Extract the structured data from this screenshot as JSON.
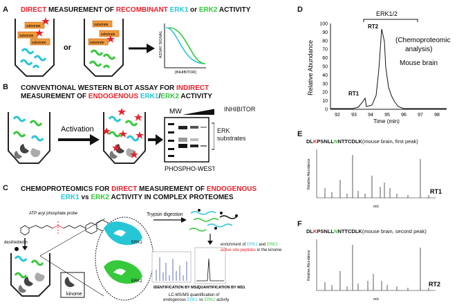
{
  "panels": {
    "A": {
      "label": "A",
      "title": {
        "p1": "DIRECT",
        "p2": " MEASUREMENT OF ",
        "p3": "RECOMBINANT",
        "p4": " ERK1",
        "p5": " or ",
        "p6": "ERK2",
        "p7": " ACTIVITY"
      },
      "substrate": "substrate",
      "or_text": "or",
      "y_axis": "ASSAY SIGNAL",
      "x_axis": "[INHIBITOR]"
    },
    "B": {
      "label": "B",
      "title_line1": "CONVENTIONAL WESTERN BLOT ASSAY FOR ",
      "title_line1_red": "INDIRECT",
      "title_line2_a": "MEASUREMENT OF ",
      "title_line2_red": "ENDOGENOUS",
      "title_line2_cyan": " ERK1",
      "title_line2_sep": "/",
      "title_line2_green": "ERK2",
      "title_line2_end": " ACTIVITY",
      "activation": "Activation",
      "mw": "MW",
      "inhibitor": "INHIBITOR",
      "erk_substrates_1": "ERK",
      "erk_substrates_2": "substrates",
      "blot_caption": "PHOSPHO-WESTERN BLOT"
    },
    "C": {
      "label": "C",
      "title_line1_a": "CHEMOPROTEOMICS FOR ",
      "title_line1_red1": "DIRECT",
      "title_line1_b": " MEASUREMENT OF ",
      "title_line1_red2": "ENDOGENOUS",
      "title_line2_cyan": "ERK1",
      "title_line2_vs": " vs ",
      "title_line2_green": "ERK2",
      "title_line2_end": " ACTIVITY IN COMPLEX PROTEOMES",
      "probe": "ATP acyl phosphate probe",
      "desthiobiotin": "desthiobiotin",
      "trypsin": "Trypsin digestion",
      "erk1": "ERK1",
      "erk2": "ERK2",
      "kinome": "kinome",
      "enrichment_1": "enrichment of ",
      "enrichment_erk1": "ERK1",
      "enrichment_and": " and ",
      "enrichment_erk2": "ERK2",
      "enrichment_2": "active site peptides",
      "enrichment_3": " in the kinome",
      "id_ms2": "IDENTIFICATION BY MS2",
      "quant_ms1": "QUANTIFICATION BY MS1",
      "lcms_1": "LC-MS/MS quantification of",
      "lcms_2a": "endogenous ",
      "lcms_erk1": "ERK1",
      "lcms_vs": " vs ",
      "lcms_erk2": "ERK2",
      "lcms_2b": " activity"
    },
    "D": {
      "label": "D",
      "erk_label": "ERK1/2",
      "annotation_1": "(Chemoproteomic",
      "annotation_2": "analysis)",
      "annotation_3": "Mouse brain",
      "peak1": "RT1",
      "peak2": "RT2",
      "ylabel": "Relative Abundance",
      "xlabel": "Time (min)",
      "xticks": [
        "92",
        "93",
        "94",
        "95",
        "96",
        "97",
        "98"
      ],
      "yticks": [
        "0",
        "10",
        "20",
        "30",
        "40",
        "50",
        "60",
        "70",
        "80",
        "90",
        "100"
      ]
    },
    "E": {
      "label": "E",
      "pep_a": "DL",
      "pep_k": "K",
      "pep_b": "PSNLL",
      "pep_n": "N",
      "pep_c": "NTTCDLK",
      "desc": "(mouse brain, first peak)",
      "tag": "RT1",
      "ylabel": "Relative Abundance",
      "xlabel": "m/z"
    },
    "F": {
      "label": "F",
      "pep_a": "DL",
      "pep_k": "K",
      "pep_b": "PSNLL",
      "pep_n": "N",
      "pep_c": "NTTCDLK",
      "desc": "(mouse brain, second peak)",
      "tag": "RT2",
      "ylabel": "Relative Abundance",
      "xlabel": "m/z"
    }
  },
  "colors": {
    "red": "#e8202a",
    "cyan": "#27c6d6",
    "green": "#35c93b",
    "orange": "#f39a3b"
  }
}
